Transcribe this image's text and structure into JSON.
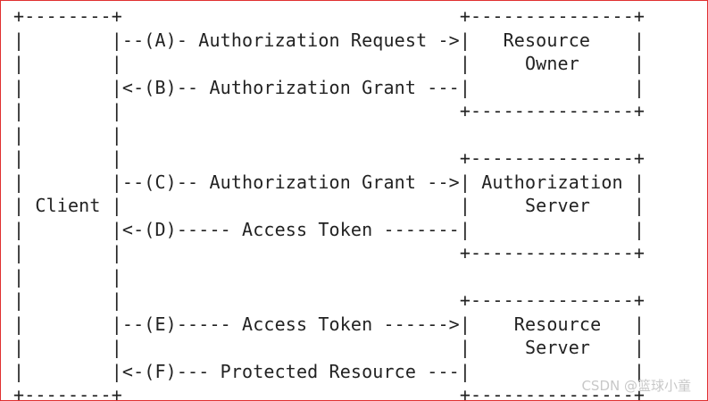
{
  "diagram": {
    "lines": [
      "+--------+                               +---------------+",
      "|        |--(A)- Authorization Request ->|   Resource    |",
      "|        |                               |     Owner     |",
      "|        |<-(B)-- Authorization Grant ---|               |",
      "|        |                               +---------------+",
      "|        |",
      "|        |                               +---------------+",
      "|        |--(C)-- Authorization Grant -->| Authorization |",
      "| Client |                               |     Server    |",
      "|        |<-(D)----- Access Token -------|               |",
      "|        |                               +---------------+",
      "|        |",
      "|        |                               +---------------+",
      "|        |--(E)----- Access Token ------>|    Resource   |",
      "|        |                               |     Server    |",
      "|        |<-(F)--- Protected Resource ---|               |",
      "+--------+                               +---------------+"
    ]
  },
  "watermark": {
    "text": "CSDN @篮球小童"
  }
}
